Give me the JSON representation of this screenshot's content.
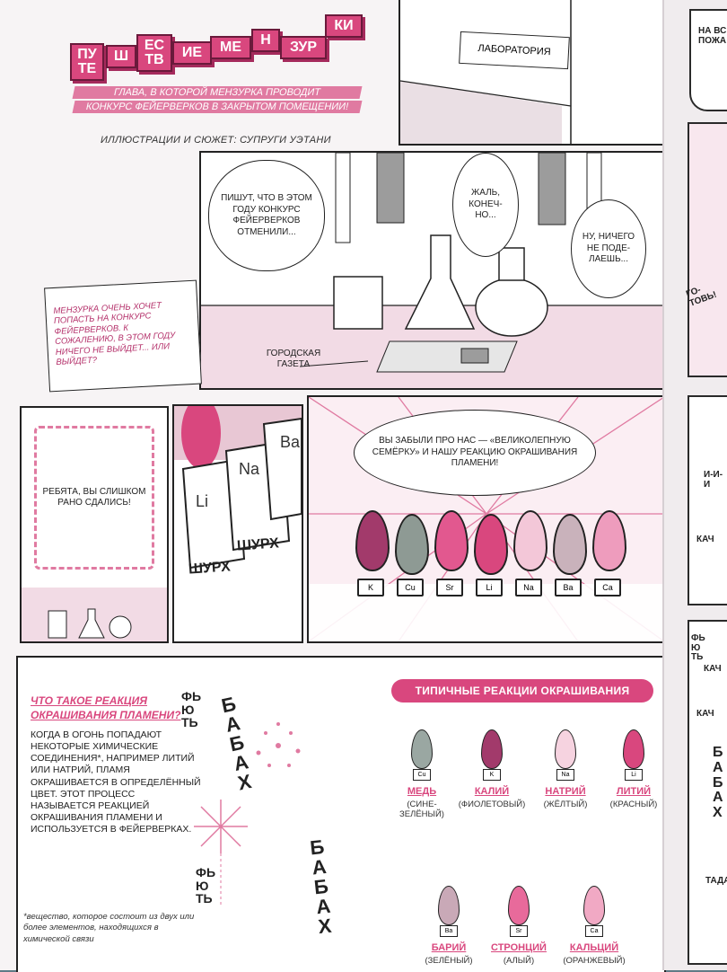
{
  "header": {
    "title_blocks": [
      "ПУ\nТЕ",
      "Ш",
      "ЕС\nТВ",
      "ИЕ",
      "МЕ",
      "Н",
      "ЗУР",
      "КИ"
    ],
    "subtitle_lines": [
      "ГЛАВА, В КОТОРОЙ МЕНЗУРКА ПРОВОДИТ",
      "КОНКУРС ФЕЙЕРВЕРКОВ В ЗАКРЫТОМ ПОМЕЩЕНИИ!"
    ],
    "credit": "ИЛЛЮСТРАЦИИ И СЮЖЕТ: СУПРУГИ УЭТАНИ"
  },
  "panel1": {
    "sign": "ЛАБОРАТОРИЯ"
  },
  "panel2": {
    "bubble_news": "ПИШУТ, ЧТО В ЭТОМ ГОДУ КОНКУРС ФЕЙЕРВЕРКОВ ОТМЕНИЛИ...",
    "bubble_pity": "ЖАЛЬ, КОНЕЧ-НО...",
    "bubble_nothing": "НУ, НИЧЕГО НЕ ПОДЕ-ЛАЕШЬ...",
    "note": "МЕНЗУРКА ОЧЕНЬ ХОЧЕТ ПОПАСТЬ НА КОНКУРС ФЕЙЕРВЕРКОВ. К СОЖАЛЕНИЮ, В ЭТОМ ГОДУ НИЧЕГО НЕ ВЫЙДЕТ... ИЛИ ВЫЙДЕТ?",
    "newspaper_label": "ГОРОДСКАЯ ГАЗЕТА"
  },
  "panel3": {
    "bubble": "РЕБЯТА, ВЫ СЛИШКОМ РАНО СДАЛИСЬ!"
  },
  "panel4": {
    "tube_labels": [
      "Li",
      "Na",
      "Ba"
    ],
    "sfx": [
      "ШУРХ",
      "ШУРХ"
    ]
  },
  "panel5": {
    "bubble": "ВЫ ЗАБЫЛИ ПРО НАС — «ВЕЛИКОЛЕПНУЮ СЕМЁРКУ» И НАШУ РЕАКЦИЮ ОКРАШИВАНИЯ ПЛАМЕНИ!",
    "flames": [
      {
        "symbol": "K",
        "color": "#a23a6b"
      },
      {
        "symbol": "Cu",
        "color": "#8e9a94"
      },
      {
        "symbol": "Sr",
        "color": "#e2588f"
      },
      {
        "symbol": "Li",
        "color": "#d9477e"
      },
      {
        "symbol": "Na",
        "color": "#f3c7d8"
      },
      {
        "symbol": "Ba",
        "color": "#c9b2bb"
      },
      {
        "symbol": "Ca",
        "color": "#ee9cbd"
      }
    ]
  },
  "info": {
    "question": "ЧТО ТАКОЕ РЕАКЦИЯ ОКРАШИВАНИЯ ПЛАМЕНИ?",
    "text": "КОГДА В ОГОНЬ ПОПАДАЮТ НЕКОТОРЫЕ ХИМИЧЕСКИЕ СОЕДИНЕНИЯ*, НАПРИМЕР ЛИТИЙ ИЛИ НАТРИЙ, ПЛАМЯ ОКРАШИВАЕТСЯ В ОПРЕДЕЛЁННЫЙ ЦВЕТ. ЭТОТ ПРОЦЕСС НАЗЫВАЕТСЯ РЕАКЦИЕЙ ОКРАШИВАНИЯ ПЛАМЕНИ И ИСПОЛЬЗУЕТСЯ В ФЕЙЕРВЕРКАХ.",
    "footnote": "*вещество, которое состоит из двух или более элементов, находящихся в химической связи",
    "sfx": {
      "fyut1": "ФЬ\nЮ\nТЬ",
      "babah1": "БАБАХ",
      "fyut2": "ФЬ\nЮ\nТЬ",
      "babah2": "БАБАХ"
    },
    "typical_title": "ТИПИЧНЫЕ РЕАКЦИИ ОКРАШИВАНИЯ",
    "elements": [
      {
        "symbol": "Cu",
        "name": "МЕДЬ",
        "color_text": "(СИНЕ-ЗЕЛЁНЫЙ)",
        "color": "#9aa7a2"
      },
      {
        "symbol": "K",
        "name": "КАЛИЙ",
        "color_text": "(ФИОЛЕТОВЫЙ)",
        "color": "#a23a6b"
      },
      {
        "symbol": "Na",
        "name": "НАТРИЙ",
        "color_text": "(ЖЁЛТЫЙ)",
        "color": "#f6d3e0"
      },
      {
        "symbol": "Li",
        "name": "ЛИТИЙ",
        "color_text": "(КРАСНЫЙ)",
        "color": "#d9477e"
      },
      {
        "symbol": "Ba",
        "name": "БАРИЙ",
        "color_text": "(ЗЕЛЁНЫЙ)",
        "color": "#c9a9b7"
      },
      {
        "symbol": "Sr",
        "name": "СТРОНЦИЙ",
        "color_text": "(АЛЫЙ)",
        "color": "#e86a9b"
      },
      {
        "symbol": "Ca",
        "name": "КАЛЬЦИЙ",
        "color_text": "(ОРАНЖЕВЫЙ)",
        "color": "#f1a9c4"
      }
    ]
  },
  "right_page": {
    "texts": [
      "НА ВС\nПОЖА",
      "ГО-\nТОВЬ!",
      "И-И-И",
      "КАЧ",
      "ФЬ\nЮ\nТЬ",
      "КАЧ",
      "КАЧ",
      "Б\nА\nБ\nА\nХ",
      "ТАДА"
    ]
  },
  "theme": {
    "accent": "#d9477e",
    "dark_accent": "#a23a6b",
    "line": "#222222"
  }
}
